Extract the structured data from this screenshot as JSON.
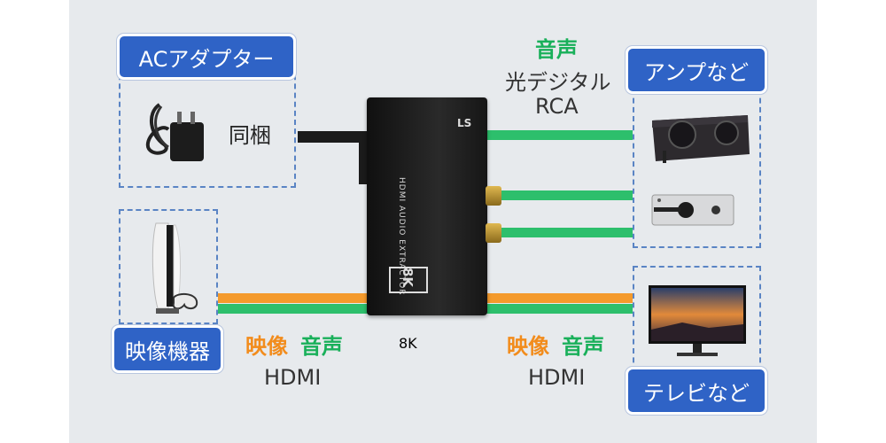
{
  "labels": {
    "ac_adapter": "ACアダプター",
    "video_device": "映像機器",
    "amp": "アンプなど",
    "tv": "テレビなど"
  },
  "texts": {
    "bundled": "同梱",
    "left_video": "映像",
    "left_audio": "音声",
    "left_hdmi": "HDMI",
    "right_video": "映像",
    "right_audio": "音声",
    "right_hdmi": "HDMI",
    "top_audio": "音声",
    "top_optical": "光デジタル",
    "top_rca": "RCA"
  },
  "device": {
    "side_text": "HDMI AUDIO EXTRACTOR",
    "badge": "8K"
  },
  "colors": {
    "background": "#e7eaed",
    "label_box": "#2f63c6",
    "audio_green": "#19b05a",
    "video_orange": "#f28c1c",
    "dashed_border": "#5a84c4"
  }
}
